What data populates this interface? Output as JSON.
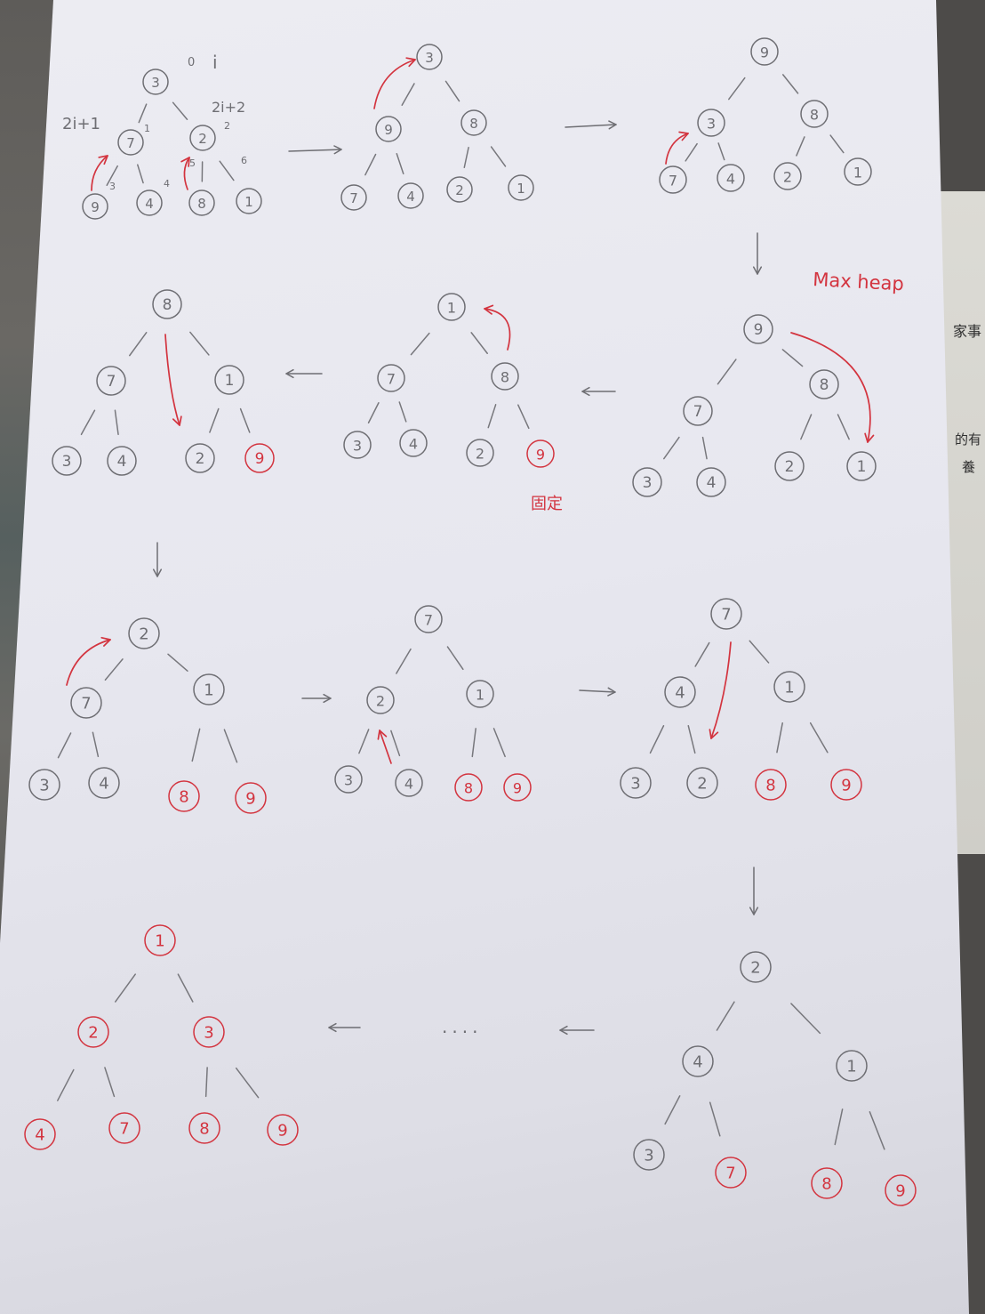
{
  "ink": {
    "pencil": "#6e6e73",
    "red": "#d3343f"
  },
  "annotations": {
    "index_root": "0",
    "index_var": "i",
    "left_child_formula": "2i+1",
    "right_child_formula": "2i+2",
    "edge_indices": [
      "1",
      "2",
      "3",
      "4",
      "5",
      "6"
    ],
    "max_heap": "Max heap",
    "fixed": "固定",
    "ellipsis": "...."
  },
  "trees": [
    {
      "nodes": [
        {
          "label": "3",
          "color": "#6e6e73"
        },
        {
          "label": "7",
          "color": "#6e6e73"
        },
        {
          "label": "2",
          "color": "#6e6e73"
        },
        {
          "label": "9",
          "color": "#6e6e73"
        },
        {
          "label": "4",
          "color": "#6e6e73"
        },
        {
          "label": "8",
          "color": "#6e6e73"
        },
        {
          "label": "1",
          "color": "#6e6e73"
        }
      ]
    },
    {
      "nodes": [
        {
          "label": "3",
          "color": "#6e6e73"
        },
        {
          "label": "9",
          "color": "#6e6e73"
        },
        {
          "label": "8",
          "color": "#6e6e73"
        },
        {
          "label": "7",
          "color": "#6e6e73"
        },
        {
          "label": "4",
          "color": "#6e6e73"
        },
        {
          "label": "2",
          "color": "#6e6e73"
        },
        {
          "label": "1",
          "color": "#6e6e73"
        }
      ]
    },
    {
      "nodes": [
        {
          "label": "9",
          "color": "#6e6e73"
        },
        {
          "label": "3",
          "color": "#6e6e73"
        },
        {
          "label": "8",
          "color": "#6e6e73"
        },
        {
          "label": "7",
          "color": "#6e6e73"
        },
        {
          "label": "4",
          "color": "#6e6e73"
        },
        {
          "label": "2",
          "color": "#6e6e73"
        },
        {
          "label": "1",
          "color": "#6e6e73"
        }
      ]
    },
    {
      "nodes": [
        {
          "label": "9",
          "color": "#6e6e73"
        },
        {
          "label": "7",
          "color": "#6e6e73"
        },
        {
          "label": "8",
          "color": "#6e6e73"
        },
        {
          "label": "3",
          "color": "#6e6e73"
        },
        {
          "label": "4",
          "color": "#6e6e73"
        },
        {
          "label": "2",
          "color": "#6e6e73"
        },
        {
          "label": "1",
          "color": "#6e6e73"
        }
      ]
    },
    {
      "nodes": [
        {
          "label": "1",
          "color": "#6e6e73"
        },
        {
          "label": "7",
          "color": "#6e6e73"
        },
        {
          "label": "8",
          "color": "#6e6e73"
        },
        {
          "label": "3",
          "color": "#6e6e73"
        },
        {
          "label": "4",
          "color": "#6e6e73"
        },
        {
          "label": "2",
          "color": "#6e6e73"
        },
        {
          "label": "9",
          "color": "#d3343f"
        }
      ]
    },
    {
      "nodes": [
        {
          "label": "8",
          "color": "#6e6e73"
        },
        {
          "label": "7",
          "color": "#6e6e73"
        },
        {
          "label": "1",
          "color": "#6e6e73"
        },
        {
          "label": "3",
          "color": "#6e6e73"
        },
        {
          "label": "4",
          "color": "#6e6e73"
        },
        {
          "label": "2",
          "color": "#6e6e73"
        },
        {
          "label": "9",
          "color": "#d3343f"
        }
      ]
    },
    {
      "nodes": [
        {
          "label": "2",
          "color": "#6e6e73"
        },
        {
          "label": "7",
          "color": "#6e6e73"
        },
        {
          "label": "1",
          "color": "#6e6e73"
        },
        {
          "label": "3",
          "color": "#6e6e73"
        },
        {
          "label": "4",
          "color": "#6e6e73"
        },
        {
          "label": "8",
          "color": "#d3343f"
        },
        {
          "label": "9",
          "color": "#d3343f"
        }
      ]
    },
    {
      "nodes": [
        {
          "label": "7",
          "color": "#6e6e73"
        },
        {
          "label": "2",
          "color": "#6e6e73"
        },
        {
          "label": "1",
          "color": "#6e6e73"
        },
        {
          "label": "3",
          "color": "#6e6e73"
        },
        {
          "label": "4",
          "color": "#6e6e73"
        },
        {
          "label": "8",
          "color": "#d3343f"
        },
        {
          "label": "9",
          "color": "#d3343f"
        }
      ]
    },
    {
      "nodes": [
        {
          "label": "7",
          "color": "#6e6e73"
        },
        {
          "label": "4",
          "color": "#6e6e73"
        },
        {
          "label": "1",
          "color": "#6e6e73"
        },
        {
          "label": "3",
          "color": "#6e6e73"
        },
        {
          "label": "2",
          "color": "#6e6e73"
        },
        {
          "label": "8",
          "color": "#d3343f"
        },
        {
          "label": "9",
          "color": "#d3343f"
        }
      ]
    },
    {
      "nodes": [
        {
          "label": "2",
          "color": "#6e6e73"
        },
        {
          "label": "4",
          "color": "#6e6e73"
        },
        {
          "label": "1",
          "color": "#6e6e73"
        },
        {
          "label": "3",
          "color": "#6e6e73"
        },
        {
          "label": "7",
          "color": "#d3343f"
        },
        {
          "label": "8",
          "color": "#d3343f"
        },
        {
          "label": "9",
          "color": "#d3343f"
        }
      ]
    },
    {
      "nodes": [
        {
          "label": "1",
          "color": "#d3343f"
        },
        {
          "label": "2",
          "color": "#d3343f"
        },
        {
          "label": "3",
          "color": "#d3343f"
        },
        {
          "label": "4",
          "color": "#d3343f"
        },
        {
          "label": "7",
          "color": "#d3343f"
        },
        {
          "label": "8",
          "color": "#d3343f"
        },
        {
          "label": "9",
          "color": "#d3343f"
        }
      ]
    }
  ],
  "background_text": [
    "家事",
    "的有",
    "養"
  ]
}
